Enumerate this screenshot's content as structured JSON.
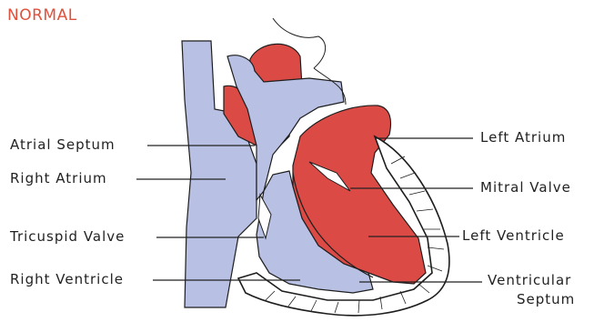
{
  "title": "NORMAL",
  "labels": {
    "atrial_septum": "Atrial Septum",
    "right_atrium": "Right Atrium",
    "tricuspid_valve": "Tricuspid Valve",
    "right_ventricle": "Right Ventricle",
    "left_atrium": "Left Atrium",
    "mitral_valve": "Mitral Valve",
    "left_ventricle": "Left Ventricle",
    "ventricular_septum_line1": "Ventricular",
    "ventricular_septum_line2": "Septum"
  },
  "colors": {
    "title": "#e0513c",
    "oxygenated_red": "#dc4a45",
    "deoxygenated_blue": "#b8c0e4",
    "outline": "#1e1e1e",
    "leader_line": "#222222"
  }
}
